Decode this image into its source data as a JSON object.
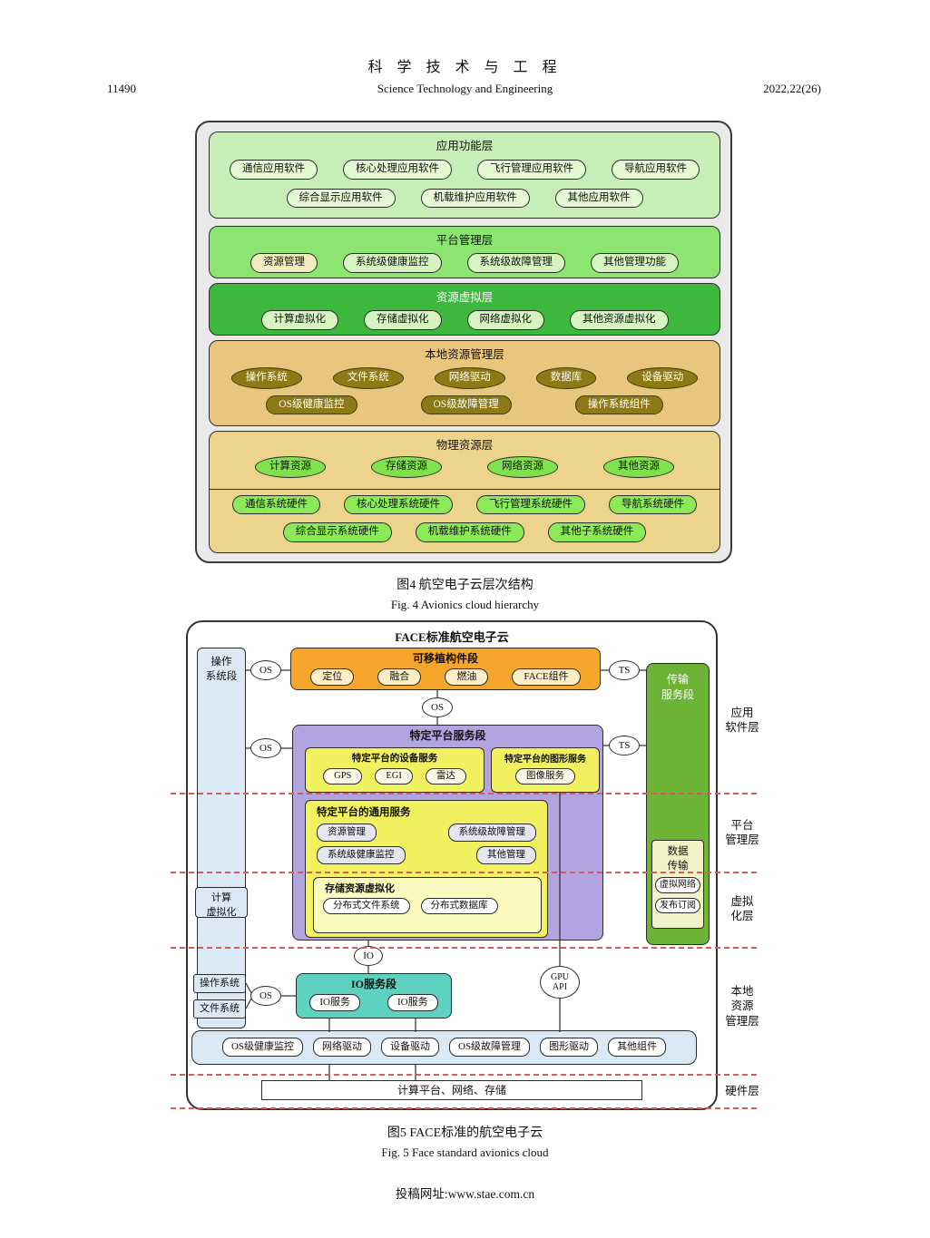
{
  "header": {
    "page_number": "11490",
    "journal_cn": "科 学 技 术 与 工 程",
    "journal_en": "Science Technology and Engineering",
    "issue": "2022,22(26)"
  },
  "fig4": {
    "caption_cn": "图4  航空电子云层次结构",
    "caption_en": "Fig. 4  Avionics cloud hierarchy",
    "app": {
      "title": "应用功能层",
      "row1": [
        "通信应用软件",
        "核心处理应用软件",
        "飞行管理应用软件",
        "导航应用软件"
      ],
      "row2": [
        "综合显示应用软件",
        "机载维护应用软件",
        "其他应用软件"
      ]
    },
    "platform": {
      "title": "平台管理层",
      "items": [
        "资源管理",
        "系统级健康监控",
        "系统级故障管理",
        "其他管理功能"
      ]
    },
    "virtual": {
      "title": "资源虚拟层",
      "items": [
        "计算虚拟化",
        "存储虚拟化",
        "网络虚拟化",
        "其他资源虚拟化"
      ]
    },
    "local": {
      "title": "本地资源管理层",
      "row1": [
        "操作系统",
        "文件系统",
        "网络驱动",
        "数据库",
        "设备驱动"
      ],
      "row2": [
        "OS级健康监控",
        "OS级故障管理",
        "操作系统组件"
      ]
    },
    "physical": {
      "title": "物理资源层",
      "row1": [
        "计算资源",
        "存储资源",
        "网络资源",
        "其他资源"
      ],
      "row2": [
        "通信系统硬件",
        "核心处理系统硬件",
        "飞行管理系统硬件",
        "导航系统硬件"
      ],
      "row3": [
        "综合显示系统硬件",
        "机载维护系统硬件",
        "其他子系统硬件"
      ]
    }
  },
  "fig5": {
    "caption_cn": "图5  FACE标准的航空电子云",
    "caption_en": "Fig. 5  Face standard avionics cloud",
    "title": "FACE标准航空电子云",
    "os_segment": "操作\n系统段",
    "transport_segment": "传输\n服务段",
    "os_label": "OS",
    "ts_label": "TS",
    "io_label": "IO",
    "gpu_label": "GPU\nAPI",
    "portable": {
      "title": "可移植构件段",
      "items": [
        "定位",
        "融合",
        "燃油",
        "FACE组件"
      ]
    },
    "platform_segment": {
      "title": "特定平台服务段",
      "device": {
        "title": "特定平台的设备服务",
        "items": [
          "GPS",
          "EGI",
          "雷达"
        ]
      },
      "graphics": {
        "title": "特定平台的图形服务",
        "items": [
          "图像服务"
        ]
      },
      "common": {
        "title": "特定平台的通用服务",
        "items": [
          "资源管理",
          "系统级故障管理",
          "系统级健康监控",
          "其他管理"
        ]
      },
      "storage": {
        "title": "存储资源虚拟化",
        "items": [
          "分布式文件系统",
          "分布式数据库"
        ]
      }
    },
    "data_transfer": {
      "title": "数据\n传输",
      "items": [
        "虚拟网络",
        "发布订阅"
      ]
    },
    "compute_virtualization": "计算\n虚拟化",
    "io_segment": {
      "title": "IO服务段",
      "items": [
        "IO服务",
        "IO服务"
      ]
    },
    "os_box": "操作系统",
    "fs_box": "文件系统",
    "drivers": [
      "OS级健康监控",
      "网络驱动",
      "设备驱动",
      "OS级故障管理",
      "图形驱动",
      "其他组件"
    ],
    "hardware": "计算平台、网络、存储",
    "layer_labels": [
      "应用\n软件层",
      "平台\n管理层",
      "虚拟\n化层",
      "本地\n资源\n管理层",
      "硬件层"
    ]
  },
  "footer": {
    "submission": "投稿网址:www.stae.com.cn"
  },
  "colors": {
    "fig4_app_layer": "#c6eeb6",
    "fig4_platform_layer": "#8de571",
    "fig4_virtual_layer": "#3cb83c",
    "fig4_local_layer": "#e8c67e",
    "fig4_physical_layer": "#ecd48c",
    "fig4_local_node": "#8d7a15",
    "fig4_physical_node": "#85e455",
    "fig5_portable_segment": "#f7a62c",
    "fig5_transport_segment": "#6db335",
    "fig5_platform_segment": "#b2a4e0",
    "fig5_service_box": "#f1f160",
    "fig5_io_segment": "#5ed2c0",
    "fig5_os_segment": "#dbe9f7",
    "layer_divider_dashed": "#d85a5a"
  }
}
